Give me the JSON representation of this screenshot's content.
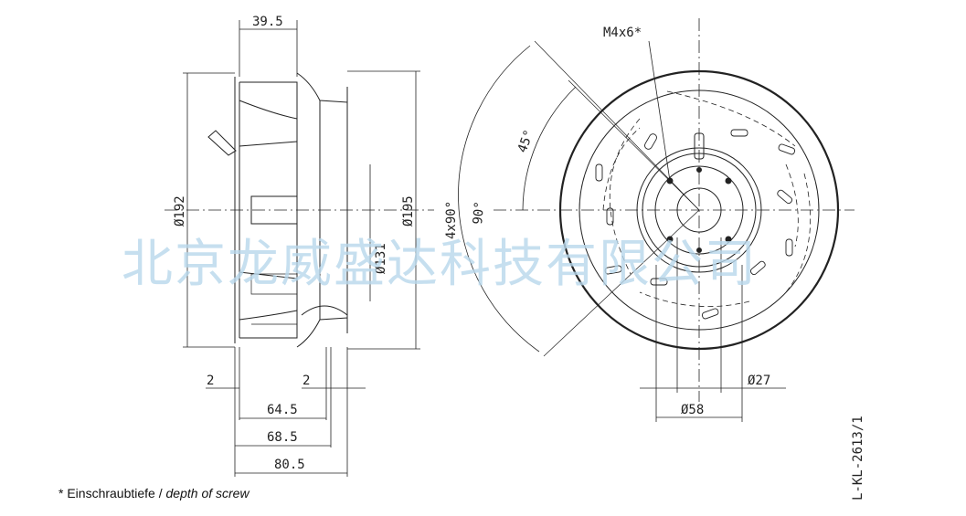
{
  "dimensions": {
    "d39_5": "39.5",
    "d192": "Ø192",
    "d195": "Ø195",
    "d131": "Ø131",
    "d2_left": "2",
    "d2_right": "2",
    "d64_5": "64.5",
    "d68_5": "68.5",
    "d80_5": "80.5",
    "screw": "M4x6*",
    "angle45": "45°",
    "angle4x90": "4x90°",
    "angle90": "90°",
    "d27": "Ø27",
    "d58": "Ø58"
  },
  "footnote": {
    "label_de": "* Einschraubtiefe /",
    "label_en": "depth of screw"
  },
  "drawing_id": "L-KL-2613/1",
  "watermark": "北京龙威盛达科技有限公司"
}
